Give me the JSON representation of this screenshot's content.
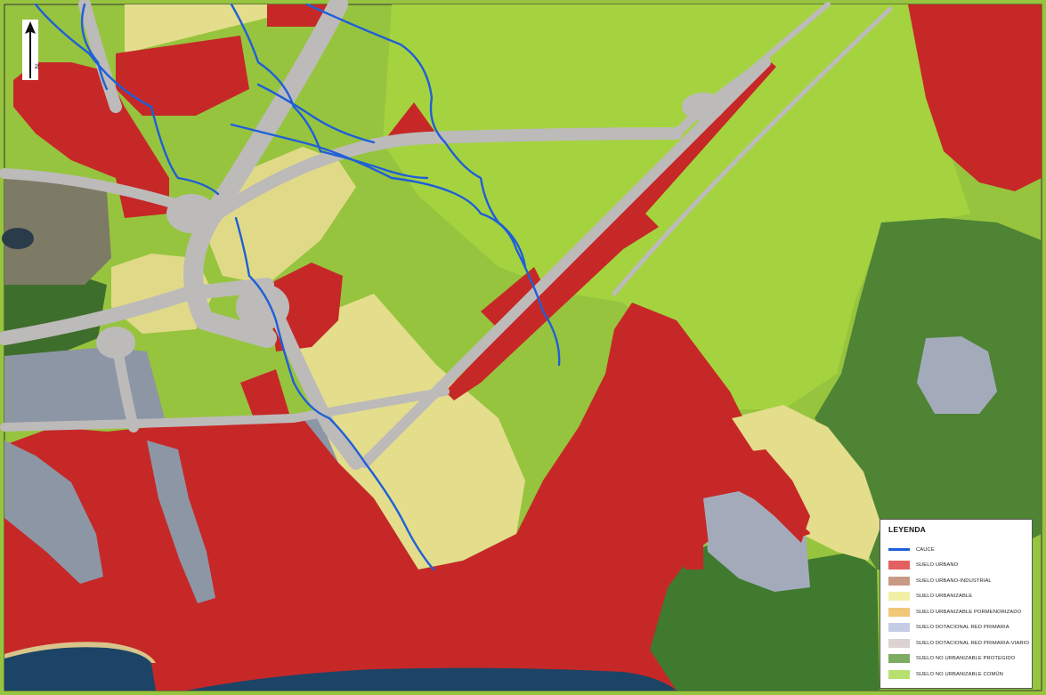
{
  "legend": {
    "title": "LEYENDA",
    "items": [
      {
        "label": "CAUCE",
        "color": "#1f5fd8",
        "kind": "line"
      },
      {
        "label": "SUELO URBANO",
        "color": "#e36060",
        "kind": "fill"
      },
      {
        "label": "SUELO URBANO-INDUSTRIAL",
        "color": "#c89a86",
        "kind": "fill"
      },
      {
        "label": "SUELO URBANIZABLE",
        "color": "#f2f0a6",
        "kind": "fill"
      },
      {
        "label": "SUELO URBANIZABLE PORMENORIZADO",
        "color": "#f0c878",
        "kind": "fill"
      },
      {
        "label": "SUELO DOTACIONAL RED PRIMARIA",
        "color": "#c4cce6",
        "kind": "fill"
      },
      {
        "label": "SUELO DOTACIONAL RED PRIMARIA-VIARIO",
        "color": "#ddd2d2",
        "kind": "fill"
      },
      {
        "label": "SUELO NO URBANIZABLE PROTEGIDO",
        "color": "#7dab62",
        "kind": "fill"
      },
      {
        "label": "SUELO NO URBANIZABLE COMÚN",
        "color": "#b8e070",
        "kind": "fill"
      }
    ]
  },
  "north_arrow": {
    "label": "N"
  },
  "colors": {
    "urbano": "#c62828",
    "urbanizable": "#e2dc8a",
    "no_urbanizable_comun": "#9ccb3a",
    "no_urbanizable_protegido": "#4f8a36",
    "dotacional": "#8f9aaa",
    "viario": "#c9c6c6",
    "cauce": "#1f5fd8",
    "mar": "#1c4466"
  }
}
